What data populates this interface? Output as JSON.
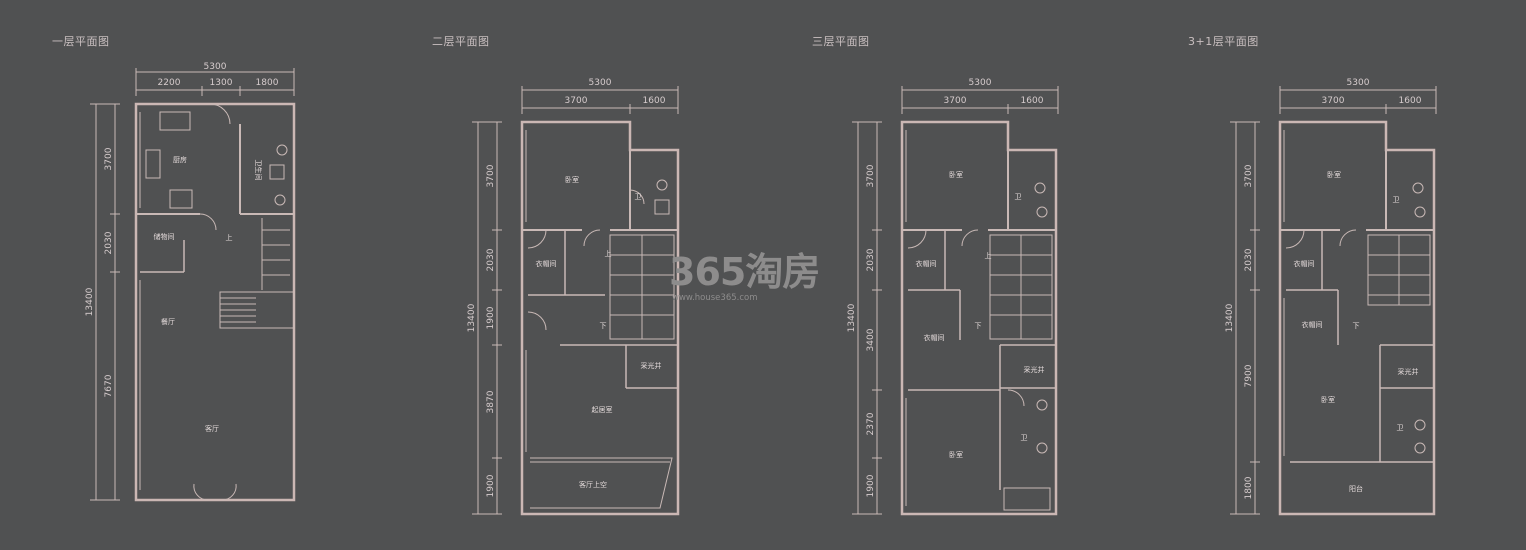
{
  "colors": {
    "background": "#505152",
    "wall": "#cbb7b4",
    "line": "#c9b9b6",
    "text": "#e4dbdb"
  },
  "watermark": {
    "logo": "365淘房",
    "url": "www.house365.com"
  },
  "plans": [
    {
      "title": "一层平面图",
      "dims_top": {
        "total": "5300",
        "parts": [
          "2200",
          "1300",
          "1800"
        ]
      },
      "dims_left": {
        "total": "13400",
        "parts": [
          "3700",
          "2030",
          "7670"
        ]
      },
      "rooms": [
        "厨房",
        "卫生间",
        "储物间",
        "上",
        "餐厅",
        "客厅"
      ]
    },
    {
      "title": "二层平面图",
      "dims_top": {
        "total": "5300",
        "parts": [
          "3700",
          "1600"
        ]
      },
      "dims_left": {
        "total": "13400",
        "parts": [
          "3700",
          "2030",
          "1900",
          "3870",
          "1900"
        ]
      },
      "rooms": [
        "卧室",
        "卫",
        "衣帽间",
        "上",
        "下",
        "采光井",
        "起居室",
        "客厅上空"
      ]
    },
    {
      "title": "三层平面图",
      "dims_top": {
        "total": "5300",
        "parts": [
          "3700",
          "1600"
        ]
      },
      "dims_left": {
        "total": "13400",
        "parts": [
          "3700",
          "2030",
          "3400",
          "2370",
          "1900"
        ]
      },
      "rooms": [
        "卧室",
        "卫",
        "衣帽间",
        "上",
        "衣帽间",
        "下",
        "采光井",
        "卫",
        "卧室"
      ]
    },
    {
      "title": "3+1层平面图",
      "dims_top": {
        "total": "5300",
        "parts": [
          "3700",
          "1600"
        ]
      },
      "dims_left": {
        "total": "13400",
        "parts": [
          "3700",
          "2030",
          "7900",
          "1800"
        ]
      },
      "rooms": [
        "卧室",
        "卫",
        "衣帽间",
        "衣帽间",
        "下",
        "采光井",
        "卧室",
        "卫",
        "阳台"
      ]
    }
  ]
}
